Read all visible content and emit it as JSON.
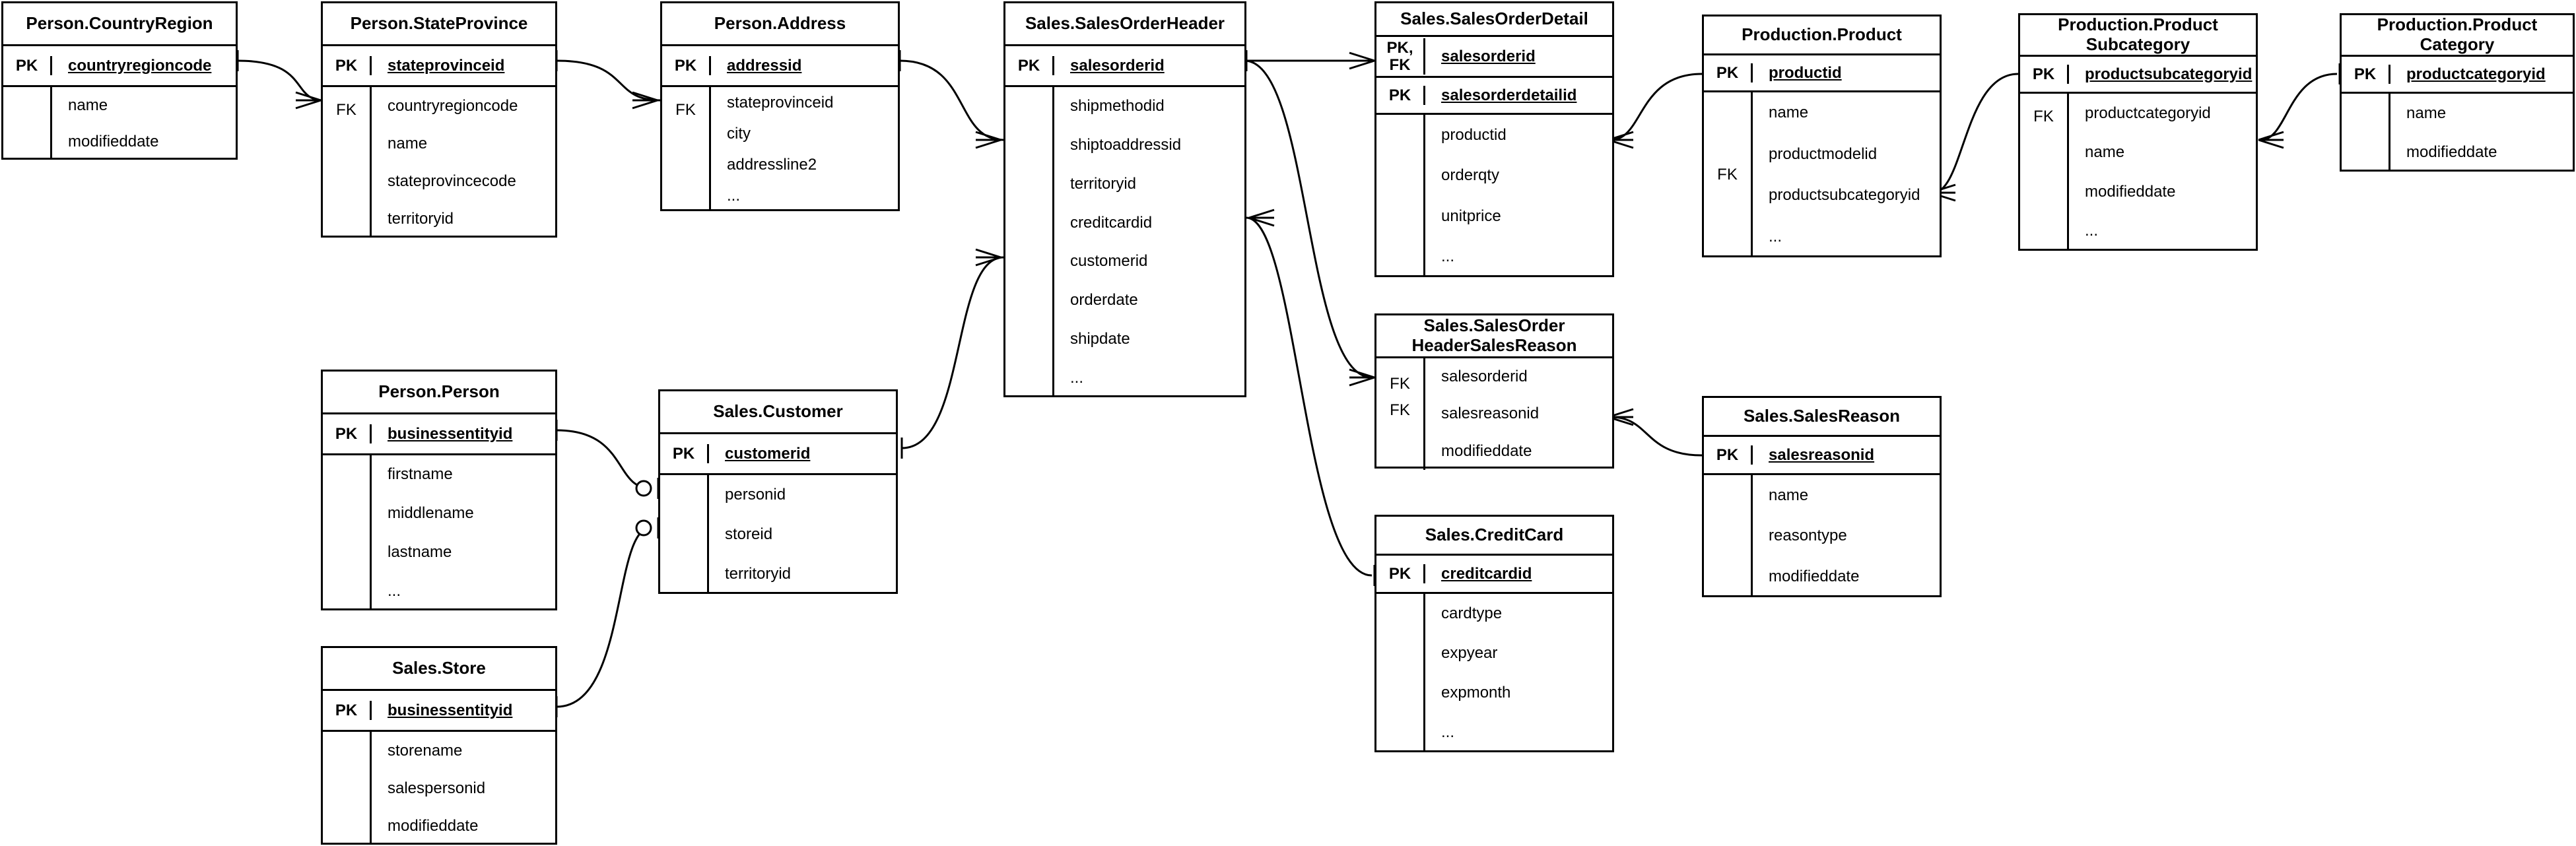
{
  "diagram": {
    "title": "AdventureWorks Sales ER Diagram",
    "notation": "crow's-foot",
    "background": "#ffffff",
    "line_color": "#000000"
  },
  "key_labels": {
    "pk": "PK",
    "fk": "FK",
    "pkfk": "PK,\nFK",
    "pkfk_line1": "PK,",
    "pkfk_line2": "FK",
    "none": ""
  },
  "entities": [
    {
      "id": "person_countryregion",
      "name": "Person.CountryRegion",
      "keys": [
        {
          "label": "PK",
          "attr": "countryregioncode",
          "pk": true
        }
      ],
      "attributes": [
        "name",
        "modifieddate"
      ]
    },
    {
      "id": "person_stateprovince",
      "name": "Person.StateProvince",
      "keys": [
        {
          "label": "PK",
          "attr": "stateprovinceid",
          "pk": true
        }
      ],
      "fk_label": "FK",
      "attributes": [
        "countryregioncode",
        "name",
        "stateprovincecode",
        "territoryid"
      ]
    },
    {
      "id": "person_address",
      "name": "Person.Address",
      "keys": [
        {
          "label": "PK",
          "attr": "addressid",
          "pk": true
        }
      ],
      "fk_label": "FK",
      "attributes": [
        "stateprovinceid",
        "city",
        "addressline2",
        "..."
      ]
    },
    {
      "id": "sales_salesorderheader",
      "name": "Sales.SalesOrderHeader",
      "keys": [
        {
          "label": "PK",
          "attr": "salesorderid",
          "pk": true
        }
      ],
      "attributes": [
        "shipmethodid",
        "shiptoaddressid",
        "territoryid",
        "creditcardid",
        "customerid",
        "orderdate",
        "shipdate",
        "..."
      ]
    },
    {
      "id": "sales_salesorderdetail",
      "name": "Sales.SalesOrderDetail",
      "keys": [
        {
          "label": "PK,\nFK",
          "attr": "salesorderid",
          "pk": true
        },
        {
          "label": "PK",
          "attr": "salesorderdetailid",
          "pk": true
        }
      ],
      "attributes": [
        "productid",
        "orderqty",
        "unitprice",
        "..."
      ]
    },
    {
      "id": "production_product",
      "name": "Production.Product",
      "keys": [
        {
          "label": "PK",
          "attr": "productid",
          "pk": true
        }
      ],
      "fk_label": "FK",
      "attributes": [
        "name",
        "productmodelid",
        "productsubcategoryid",
        "..."
      ]
    },
    {
      "id": "production_productsubcategory",
      "name": "Production.Product Subcategory",
      "name_line1": "Production.Product",
      "name_line2": "Subcategory",
      "keys": [
        {
          "label": "PK",
          "attr": "productsubcategoryid",
          "pk": true
        }
      ],
      "fk_label": "FK",
      "attributes": [
        "productcategoryid",
        "name",
        "modifieddate",
        "..."
      ]
    },
    {
      "id": "production_productcategory",
      "name": "Production.Product Category",
      "name_line1": "Production.Product",
      "name_line2": "Category",
      "keys": [
        {
          "label": "PK",
          "attr": "productcategoryid",
          "pk": true
        }
      ],
      "attributes": [
        "name",
        "modifieddate"
      ]
    },
    {
      "id": "person_person",
      "name": "Person.Person",
      "keys": [
        {
          "label": "PK",
          "attr": "businessentityid",
          "pk": true
        }
      ],
      "attributes": [
        "firstname",
        "middlename",
        "lastname",
        "..."
      ]
    },
    {
      "id": "sales_customer",
      "name": "Sales.Customer",
      "keys": [
        {
          "label": "PK",
          "attr": "customerid",
          "pk": true
        }
      ],
      "attributes": [
        "personid",
        "storeid",
        "territoryid"
      ]
    },
    {
      "id": "sales_store",
      "name": "Sales.Store",
      "keys": [
        {
          "label": "PK",
          "attr": "businessentityid",
          "pk": true
        }
      ],
      "attributes": [
        "storename",
        "salespersonid",
        "modifieddate"
      ]
    },
    {
      "id": "sales_salesorderheadersalesreason",
      "name": "Sales.SalesOrder HeaderSalesReason",
      "name_line1": "Sales.SalesOrder",
      "name_line2": "HeaderSalesReason",
      "fk_rows": [
        {
          "label": "FK",
          "attr": "salesorderid"
        },
        {
          "label": "FK",
          "attr": "salesreasonid"
        }
      ],
      "attributes": [
        "modifieddate"
      ]
    },
    {
      "id": "sales_salesreason",
      "name": "Sales.SalesReason",
      "keys": [
        {
          "label": "PK",
          "attr": "salesreasonid",
          "pk": true
        }
      ],
      "attributes": [
        "name",
        "reasontype",
        "modifieddate"
      ]
    },
    {
      "id": "sales_creditcard",
      "name": "Sales.CreditCard",
      "keys": [
        {
          "label": "PK",
          "attr": "creditcardid",
          "pk": true
        }
      ],
      "attributes": [
        "cardtype",
        "expyear",
        "expmonth",
        "..."
      ]
    }
  ],
  "relationships": [
    {
      "from": "person_countryregion",
      "to": "person_stateprovince",
      "from_card": "one",
      "to_card": "many"
    },
    {
      "from": "person_stateprovince",
      "to": "person_address",
      "from_card": "one",
      "to_card": "many"
    },
    {
      "from": "person_address",
      "to": "sales_salesorderheader",
      "from_card": "one",
      "to_card": "many"
    },
    {
      "from": "sales_customer",
      "to": "sales_salesorderheader",
      "from_card": "one",
      "to_card": "many"
    },
    {
      "from": "sales_salesorderheader",
      "to": "sales_salesorderdetail",
      "from_card": "one",
      "to_card": "many"
    },
    {
      "from": "sales_salesorderheader",
      "to": "sales_salesorderheadersalesreason",
      "from_card": "one",
      "to_card": "many"
    },
    {
      "from": "sales_creditcard",
      "to": "sales_salesorderheader",
      "from_card": "one",
      "to_card": "many"
    },
    {
      "from": "production_product",
      "to": "sales_salesorderdetail",
      "from_card": "one",
      "to_card": "many"
    },
    {
      "from": "production_productsubcategory",
      "to": "production_product",
      "from_card": "one",
      "to_card": "many"
    },
    {
      "from": "production_productcategory",
      "to": "production_productsubcategory",
      "from_card": "one",
      "to_card": "many"
    },
    {
      "from": "person_person",
      "to": "sales_customer",
      "from_card": "one",
      "to_card": "zero-or-one"
    },
    {
      "from": "sales_store",
      "to": "sales_customer",
      "from_card": "one",
      "to_card": "zero-or-one"
    },
    {
      "from": "sales_salesreason",
      "to": "sales_salesorderheadersalesreason",
      "from_card": "one",
      "to_card": "many"
    }
  ]
}
